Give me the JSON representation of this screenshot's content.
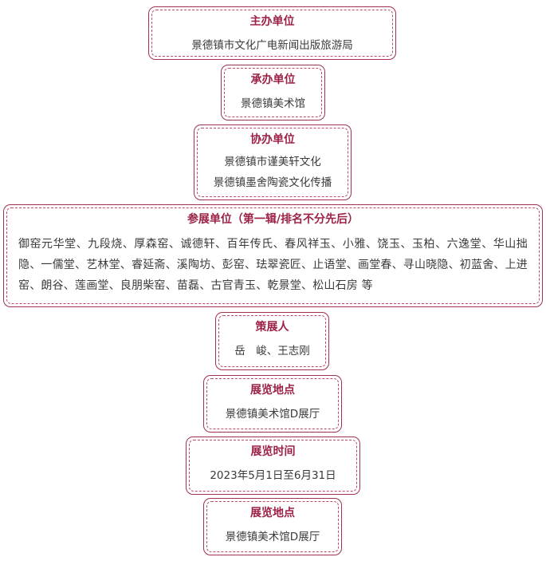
{
  "sections": {
    "sponsor": {
      "title": "主办单位",
      "lines": [
        "景德镇市文化广电新闻出版旅游局"
      ]
    },
    "organizer": {
      "title": "承办单位",
      "lines": [
        "景德镇美术馆"
      ]
    },
    "co_organizer": {
      "title": "协办单位",
      "lines": [
        "景德镇市谨美轩文化",
        "景德镇墨舍陶瓷文化传播"
      ]
    },
    "participants": {
      "title": "参展单位（第一辑/排名不分先后）",
      "text": "御窑元华堂、九段烧、厚森窑、诚德轩、百年传氏、春风祥玉、小雅、饶玉、玉柏、六逸堂、华山拙隐、一儒堂、艺林堂、睿延斋、溪陶坊、彭窑、珐翠瓷匠、止语堂、画堂春、寻山晓隐、初蓝舍、上进窑、朗谷、莲画堂、良朋柴窑、苗磊、古官青玉、乾景堂、松山石房 等"
    },
    "curator": {
      "title": "策展人",
      "lines": [
        "岳　峻、王志刚"
      ]
    },
    "venue_1": {
      "title": "展览地点",
      "lines": [
        "景德镇美术馆D展厅"
      ]
    },
    "time": {
      "title": "展览时间",
      "lines": [
        "2023年5月1日至6月31日"
      ]
    },
    "venue_2": {
      "title": "展览地点",
      "lines": [
        "景德镇美术馆D展厅"
      ]
    }
  }
}
